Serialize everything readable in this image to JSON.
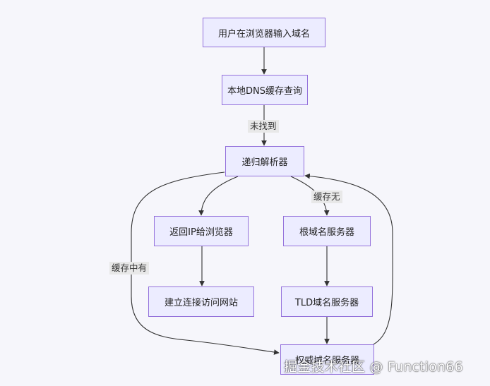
{
  "nodes": {
    "input": "用户在浏览器输入域名",
    "local_cache": "本地DNS缓存查询",
    "resolver": "递归解析器",
    "return_ip": "返回IP给浏览器",
    "root": "根域名服务器",
    "connect": "建立连接访问网站",
    "tld": "TLD域名服务器",
    "auth": "权威域名服务器"
  },
  "edge_labels": {
    "not_found": "未找到",
    "cache_miss": "缓存无",
    "cache_hit": "缓存中有"
  },
  "watermark": "掘金技术社区 @ Function66",
  "colors": {
    "node_fill": "#ececff",
    "node_border": "#9370db",
    "edge": "#333333",
    "label_bg": "#e8e8e8",
    "background": "#f6f6fb"
  }
}
